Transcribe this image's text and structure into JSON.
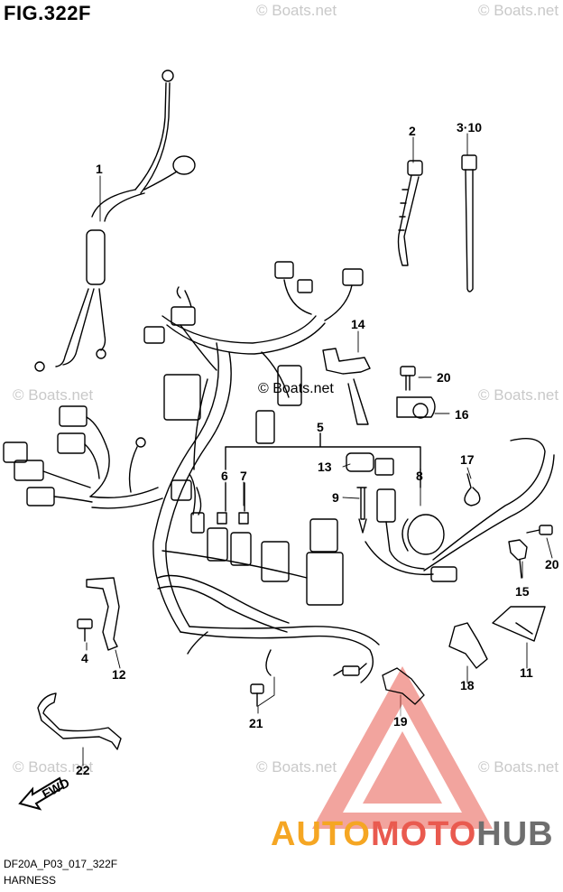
{
  "title": "FIG.322F",
  "watermark": "© Boats.net",
  "center_mark": "© Boats.net",
  "footer": {
    "code": "DF20A_P03_017_322F",
    "name": "HARNESS"
  },
  "logo": {
    "part1": "AUTO",
    "part2": "MOTO",
    "part3": "HUB",
    "colors": {
      "auto": "#f5a623",
      "moto": "#e95a4f",
      "hub": "#6e6e6e",
      "triangle": "#e95a4f"
    }
  },
  "fwd_label": "FWD",
  "callouts": {
    "c1": "1",
    "c2": "2",
    "c3": "3·10",
    "c4": "4",
    "c5": "5",
    "c6": "6",
    "c7": "7",
    "c8": "8",
    "c9": "9",
    "c11": "11",
    "c12": "12",
    "c13": "13",
    "c14": "14",
    "c15": "15",
    "c16": "16",
    "c17": "17",
    "c18": "18",
    "c19": "19",
    "c20a": "20",
    "c20b": "20",
    "c21": "21",
    "c22": "22"
  }
}
